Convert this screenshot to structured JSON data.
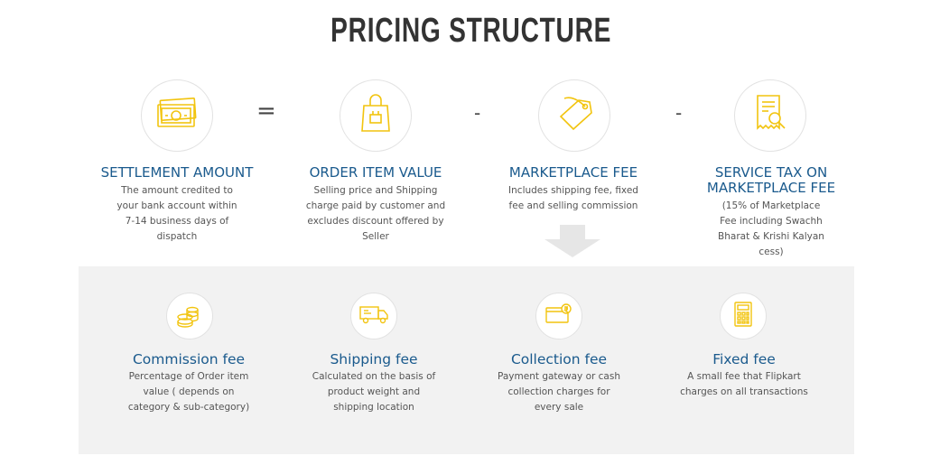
{
  "title": "PRICING STRUCTURE",
  "operators": {
    "equals": "=",
    "minus1": "-",
    "minus2": "-"
  },
  "top_items": [
    {
      "heading": "SETTLEMENT AMOUNT",
      "desc": "The amount credited to your bank account within 7-14 business days of dispatch",
      "icon": "cash-icon"
    },
    {
      "heading": "ORDER ITEM VALUE",
      "desc": "Selling price and Shipping charge paid by customer and excludes discount offered by Seller",
      "icon": "shopping-bag-icon"
    },
    {
      "heading": "MARKETPLACE FEE",
      "desc": "Includes shipping fee, fixed fee and selling commission",
      "icon": "price-tag-icon"
    },
    {
      "heading_line1": "SERVICE TAX ON",
      "heading_line2": "MARKETPLACE FEE",
      "desc": "(15% of Marketplace Fee including Swachh Bharat & Krishi Kalyan cess)",
      "icon": "receipt-search-icon"
    }
  ],
  "bottom_items": [
    {
      "heading": "Commission fee",
      "desc": "Percentage of Order item value ( depends on category & sub-category)",
      "icon": "coins-icon"
    },
    {
      "heading": "Shipping fee",
      "desc": "Calculated on the basis of product weight and shipping location",
      "icon": "truck-icon"
    },
    {
      "heading": "Collection fee",
      "desc": "Payment gateway or cash collection charges for every sale",
      "icon": "wallet-rupee-icon"
    },
    {
      "heading": "Fixed fee",
      "desc": "A small fee that Flipkart charges on all transactions",
      "icon": "calculator-icon"
    }
  ],
  "colors": {
    "heading": "#1a5a8d",
    "icon_stroke": "#f2c40f",
    "panel": "#f2f2f2",
    "text": "#555555"
  }
}
